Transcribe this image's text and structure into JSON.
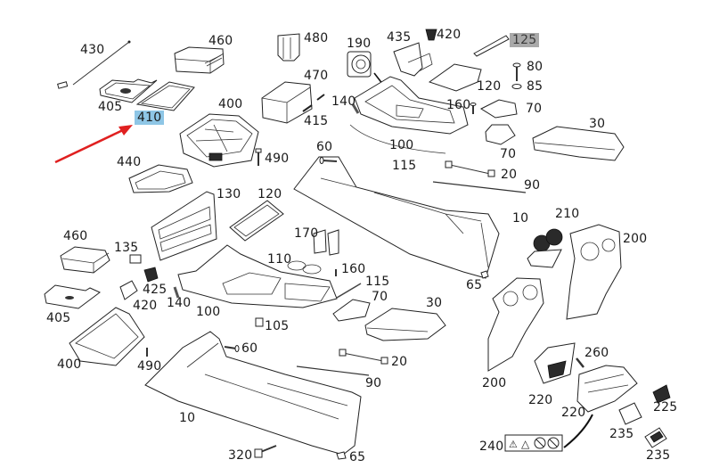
{
  "diagram": {
    "title": "Center console exploded parts diagram",
    "highlight_colors": {
      "selected": "#8ec6e6",
      "secondary": "#a9a9a9",
      "arrow": "#e02020"
    },
    "labels": [
      {
        "id": "l430",
        "text": "430"
      },
      {
        "id": "l460a",
        "text": "460"
      },
      {
        "id": "l405a",
        "text": "405"
      },
      {
        "id": "l410",
        "text": "410",
        "highlight": "selected"
      },
      {
        "id": "l400a",
        "text": "400"
      },
      {
        "id": "l480",
        "text": "480"
      },
      {
        "id": "l470",
        "text": "470"
      },
      {
        "id": "l415",
        "text": "415"
      },
      {
        "id": "l190",
        "text": "190"
      },
      {
        "id": "l435",
        "text": "435"
      },
      {
        "id": "l420a",
        "text": "420"
      },
      {
        "id": "l125",
        "text": "125",
        "highlight": "secondary"
      },
      {
        "id": "l80",
        "text": "80"
      },
      {
        "id": "l85",
        "text": "85"
      },
      {
        "id": "l120a",
        "text": "120"
      },
      {
        "id": "l140a",
        "text": "140"
      },
      {
        "id": "l160a",
        "text": "160"
      },
      {
        "id": "l70a",
        "text": "70"
      },
      {
        "id": "l70b",
        "text": "70"
      },
      {
        "id": "l30a",
        "text": "30"
      },
      {
        "id": "l100a",
        "text": "100"
      },
      {
        "id": "l115a",
        "text": "115"
      },
      {
        "id": "l490a",
        "text": "490"
      },
      {
        "id": "l60a",
        "text": "60"
      },
      {
        "id": "l20a",
        "text": "20"
      },
      {
        "id": "l90a",
        "text": "90"
      },
      {
        "id": "l440",
        "text": "440"
      },
      {
        "id": "l130",
        "text": "130"
      },
      {
        "id": "l120b",
        "text": "120"
      },
      {
        "id": "l10a",
        "text": "10"
      },
      {
        "id": "l210",
        "text": "210"
      },
      {
        "id": "l200a",
        "text": "200"
      },
      {
        "id": "l460b",
        "text": "460"
      },
      {
        "id": "l135",
        "text": "135"
      },
      {
        "id": "l170",
        "text": "170"
      },
      {
        "id": "l110",
        "text": "110"
      },
      {
        "id": "l160b",
        "text": "160"
      },
      {
        "id": "l115b",
        "text": "115"
      },
      {
        "id": "l70c",
        "text": "70"
      },
      {
        "id": "l65a",
        "text": "65"
      },
      {
        "id": "l425",
        "text": "425"
      },
      {
        "id": "l420b",
        "text": "420"
      },
      {
        "id": "l140b",
        "text": "140"
      },
      {
        "id": "l100b",
        "text": "100"
      },
      {
        "id": "l405b",
        "text": "405"
      },
      {
        "id": "l105",
        "text": "105"
      },
      {
        "id": "l30b",
        "text": "30"
      },
      {
        "id": "l400b",
        "text": "400"
      },
      {
        "id": "l490b",
        "text": "490"
      },
      {
        "id": "l60b",
        "text": "60"
      },
      {
        "id": "l20b",
        "text": "20"
      },
      {
        "id": "l90b",
        "text": "90"
      },
      {
        "id": "l200b",
        "text": "200"
      },
      {
        "id": "l260",
        "text": "260"
      },
      {
        "id": "l220a",
        "text": "220"
      },
      {
        "id": "l220b",
        "text": "220"
      },
      {
        "id": "l225",
        "text": "225"
      },
      {
        "id": "l10b",
        "text": "10"
      },
      {
        "id": "l235a",
        "text": "235"
      },
      {
        "id": "l235b",
        "text": "235"
      },
      {
        "id": "l240",
        "text": "240"
      },
      {
        "id": "l320",
        "text": "320"
      },
      {
        "id": "l65b",
        "text": "65"
      }
    ],
    "warning_label_icons": [
      "airbag-warning-icon",
      "caution-triangle-icon",
      "no-child-seat-icon",
      "no-objects-icon"
    ]
  }
}
